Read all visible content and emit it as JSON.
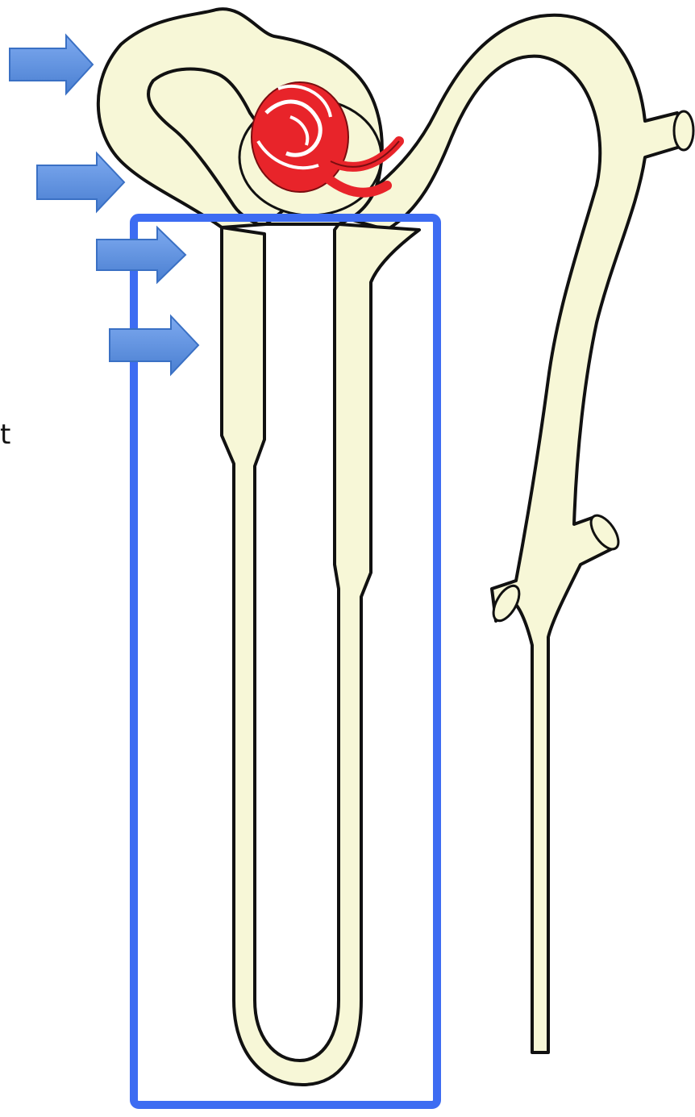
{
  "diagram": {
    "subject": "nephron",
    "visible_text_fragment": "t",
    "colors": {
      "tubule_fill": "#f7f7d7",
      "outline": "#111111",
      "glomerulus": "#e8242a",
      "arrow_fill": "#5b8fd9",
      "arrow_edge": "#3a70c4",
      "highlight_box": "#3d6cf2",
      "background": "#ffffff"
    },
    "arrows": [
      {
        "name": "arrow-1",
        "icon": "right-arrow-icon"
      },
      {
        "name": "arrow-2",
        "icon": "right-arrow-icon"
      },
      {
        "name": "arrow-3",
        "icon": "right-arrow-icon"
      },
      {
        "name": "arrow-4",
        "icon": "right-arrow-icon"
      }
    ],
    "highlight": "loop-of-henle-box"
  }
}
